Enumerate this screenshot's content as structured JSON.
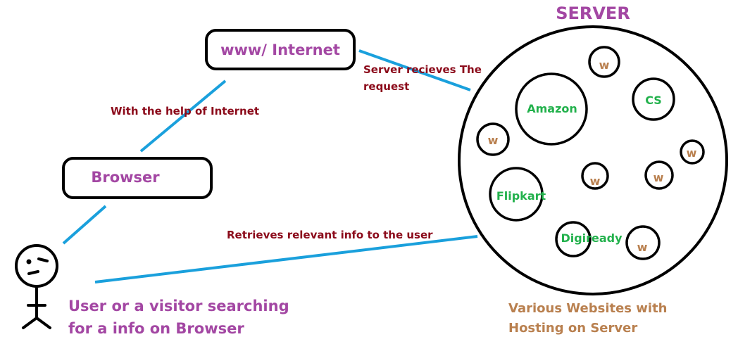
{
  "colors": {
    "outline": "#000000",
    "connector": "#1aa0dc",
    "node_text": "#a347a3",
    "edge_text": "#8b0a1a",
    "site_text": "#22b14c",
    "placeholder_text": "#b9804f",
    "caption_text": "#b9804f"
  },
  "nodes": {
    "internet": "www/ Internet",
    "browser": "Browser",
    "server": "SERVER"
  },
  "edges": {
    "browser_to_internet": "With the help of Internet",
    "internet_to_server_line1": "Server recieves The",
    "internet_to_server_line2": "request",
    "server_to_user": "Retrieves relevant info to the user"
  },
  "user": {
    "caption_line1": "User or a visitor searching",
    "caption_line2": "for a info on Browser"
  },
  "server_caption": {
    "line1": "Various Websites with",
    "line2": "Hosting on Server"
  },
  "websites": {
    "amazon": "Amazon",
    "cs": "CS",
    "flipkart": "Flipkart",
    "digiready": "Digiready",
    "placeholder": "w"
  }
}
